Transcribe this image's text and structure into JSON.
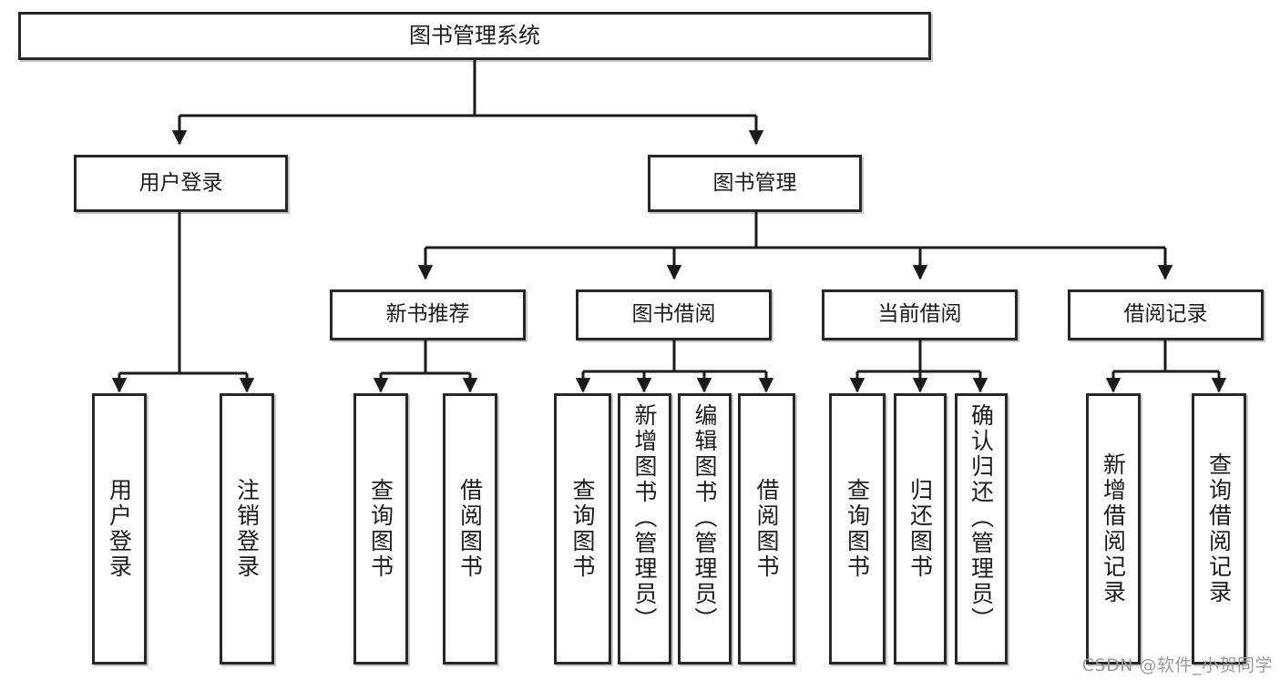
{
  "diagram": {
    "title": "图书管理系统",
    "type": "hierarchy-tree",
    "watermark": "CSDN @软件_小贺同学",
    "colors": {
      "box_border": "#272727",
      "box_fill": "#ffffff",
      "connector": "#1a1a1a",
      "text": "#1c1c1c",
      "watermark": "#9a9a9a"
    },
    "levels": {
      "root": {
        "label": "图书管理系统"
      },
      "level2": [
        {
          "label": "用户登录"
        },
        {
          "label": "图书管理"
        }
      ],
      "level3": [
        {
          "label": "新书推荐"
        },
        {
          "label": "图书借阅"
        },
        {
          "label": "当前借阅"
        },
        {
          "label": "借阅记录"
        }
      ],
      "leaves": {
        "user_login": [
          {
            "label": "用户登录"
          },
          {
            "label": "注销登录"
          }
        ],
        "new_book_recommend": [
          {
            "label": "查询图书"
          },
          {
            "label": "借阅图书"
          }
        ],
        "book_borrow": [
          {
            "label": "查询图书"
          },
          {
            "label": "新增图书（管理员）"
          },
          {
            "label": "编辑图书（管理员）"
          },
          {
            "label": "借阅图书"
          }
        ],
        "current_borrow": [
          {
            "label": "查询图书"
          },
          {
            "label": "归还图书"
          },
          {
            "label": "确认归还（管理员）"
          }
        ],
        "borrow_record": [
          {
            "label": "新增借阅记录"
          },
          {
            "label": "查询借阅记录"
          }
        ]
      }
    }
  }
}
